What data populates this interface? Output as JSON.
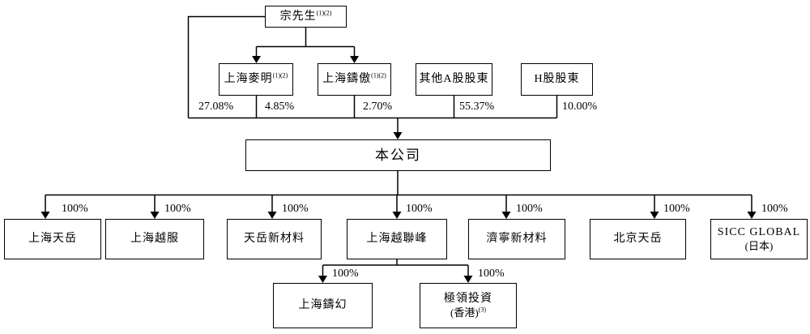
{
  "colors": {
    "line": "#000000",
    "box_border": "#000000",
    "background": "#ffffff",
    "text": "#000000"
  },
  "nodes": {
    "root": {
      "label": "宗先生",
      "footnote": "(1)(2)",
      "direct_ownership": "27.08%"
    },
    "shareholders": [
      {
        "label": "上海麥明",
        "footnote": "(1)(2)",
        "ownership": "4.85%"
      },
      {
        "label": "上海鑄傲",
        "footnote": "(1)(2)",
        "ownership": "2.70%"
      },
      {
        "label": "其他A股股東",
        "ownership": "55.37%"
      },
      {
        "label": "H股股東",
        "ownership": "10.00%"
      }
    ],
    "company": {
      "label": "本公司"
    },
    "subsidiaries": [
      {
        "label": "上海天岳",
        "ownership": "100%"
      },
      {
        "label": "上海越服",
        "ownership": "100%"
      },
      {
        "label": "天岳新材料",
        "ownership": "100%"
      },
      {
        "label": "上海越聯峰",
        "ownership": "100%"
      },
      {
        "label": "濟寧新材料",
        "ownership": "100%"
      },
      {
        "label": "北京天岳",
        "ownership": "100%"
      },
      {
        "label": "SICC GLOBAL",
        "sublabel": "(日本)",
        "ownership": "100%"
      }
    ],
    "third_level": [
      {
        "label": "上海鑄幻",
        "ownership": "100%"
      },
      {
        "label": "極領投資",
        "sublabel": "(香港)",
        "footnote": "(3)",
        "ownership": "100%"
      }
    ]
  }
}
